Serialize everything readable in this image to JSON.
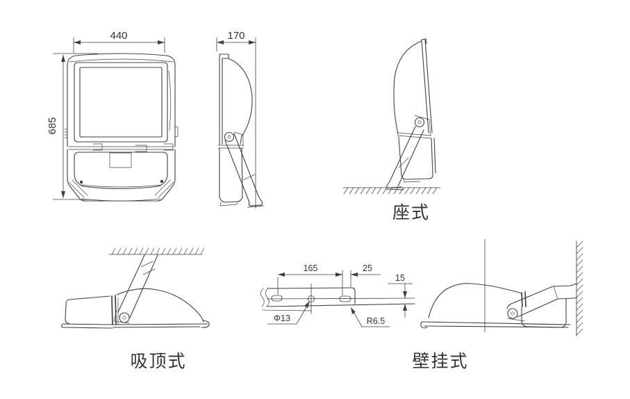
{
  "colors": {
    "line": "#3f3f3f",
    "dark": "#4a4a4a",
    "text": "#333333",
    "background": "#ffffff"
  },
  "front_view": {
    "width_mm": "440",
    "height_mm": "685"
  },
  "side_view": {
    "depth_mm": "170"
  },
  "bracket_detail": {
    "hole_spacing": "165",
    "end_offset": "25",
    "edge_distance": "15",
    "hole_diameter": "Φ13",
    "slot_radius": "R6.5"
  },
  "mount_styles": {
    "seat": "座式",
    "ceiling": "吸顶式",
    "wall": "壁挂式"
  }
}
